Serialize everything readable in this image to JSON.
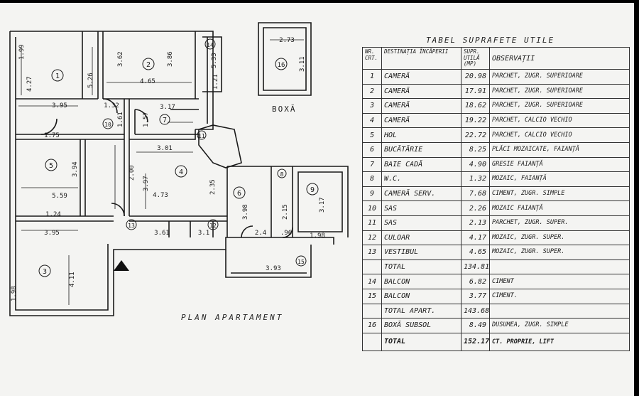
{
  "plan": {
    "title": "PLAN APARTAMENT",
    "box_label": "BOXĂ"
  },
  "table": {
    "title": "TABEL SUPRAFETE UTILE",
    "headers": [
      "NR. CRT.",
      "DESTINAȚIA ÎNCĂPERII",
      "SUPR. UTILĂ (MP)",
      "OBSERVAȚII"
    ],
    "rows": [
      {
        "nr": "1",
        "name": "CAMERĂ",
        "area": "20.98",
        "obs": "PARCHET, ZUGR. SUPERIOARE"
      },
      {
        "nr": "2",
        "name": "CAMERĂ",
        "area": "17.91",
        "obs": "PARCHET, ZUGR. SUPERIOARE"
      },
      {
        "nr": "3",
        "name": "CAMERĂ",
        "area": "18.62",
        "obs": "PARCHET, ZUGR. SUPERIOARE"
      },
      {
        "nr": "4",
        "name": "CAMERĂ",
        "area": "19.22",
        "obs": "PARCHET, CALCIO VECHIO"
      },
      {
        "nr": "5",
        "name": "HOL",
        "area": "22.72",
        "obs": "PARCHET, CALCIO VECHIO"
      },
      {
        "nr": "6",
        "name": "BUCĂTĂRIE",
        "area": "8.25",
        "obs": "PLĂCI MOZAICATE, FAIANȚĂ"
      },
      {
        "nr": "7",
        "name": "BAIE CADĂ",
        "area": "4.90",
        "obs": "GRESIE FAIANȚĂ"
      },
      {
        "nr": "8",
        "name": "W.C.",
        "area": "1.32",
        "obs": "MOZAIC, FAIANȚĂ"
      },
      {
        "nr": "9",
        "name": "CAMERĂ SERV.",
        "area": "7.68",
        "obs": "CIMENT, ZUGR. SIMPLE"
      },
      {
        "nr": "10",
        "name": "SAS",
        "area": "2.26",
        "obs": "MOZAIC FAIANȚĂ"
      },
      {
        "nr": "11",
        "name": "SAS",
        "area": "2.13",
        "obs": "PARCHET, ZUGR. SUPER."
      },
      {
        "nr": "12",
        "name": "CULOAR",
        "area": "4.17",
        "obs": "MOZAIC, ZUGR. SUPER."
      },
      {
        "nr": "13",
        "name": "VESTIBUL",
        "area": "4.65",
        "obs": "MOZAIC, ZUGR. SUPER."
      },
      {
        "nr": "",
        "name": "TOTAL",
        "area": "134.81",
        "obs": ""
      },
      {
        "nr": "14",
        "name": "BALCON",
        "area": "6.82",
        "obs": "CIMENT"
      },
      {
        "nr": "15",
        "name": "BALCON",
        "area": "3.77",
        "obs": "CIMENT."
      },
      {
        "nr": "",
        "name": "TOTAL APART.",
        "area": "143.68",
        "obs": ""
      },
      {
        "nr": "16",
        "name": "BOXĂ SUBSOL",
        "area": "8.49",
        "obs": "DUSUMEA, ZUGR. SIMPLE"
      },
      {
        "nr": "",
        "name": "TOTAL",
        "area": "152.17",
        "obs": "CT. PROPRIE, LIFT",
        "grand": true
      }
    ]
  }
}
